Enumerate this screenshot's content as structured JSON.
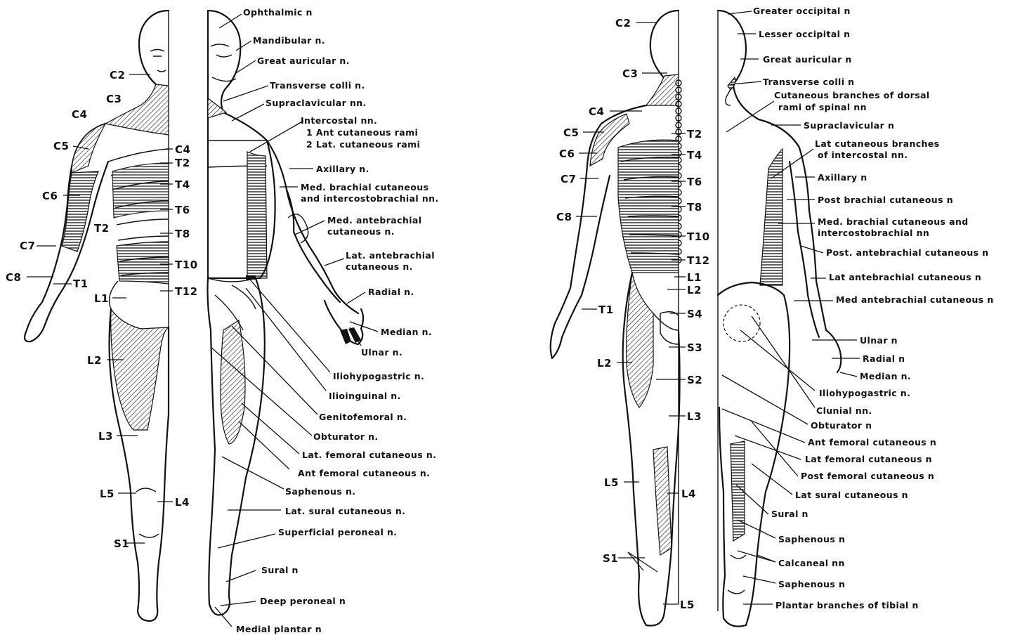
{
  "figure_1": {
    "dermatomes": [
      "C2",
      "C3",
      "C4",
      "C5",
      "C6",
      "C7",
      "C8",
      "T1",
      "T2",
      "C4",
      "T2",
      "T4",
      "T6",
      "T8",
      "T10",
      "T12",
      "L1",
      "L2",
      "L3",
      "L5",
      "L4",
      "S1"
    ],
    "nerves": [
      "Ophthalmic n",
      "Mandibular n.",
      "Great auricular n.",
      "Transverse colli n.",
      "Supraclavicular nn.",
      "Intercostal nn.",
      "1 Ant cutaneous rami",
      "2 Lat. cutaneous rami",
      "Axillary n.",
      "Med. brachial cutaneous",
      "and intercostobrachial nn.",
      "Med. antebrachial",
      "cutaneous n.",
      "Lat. antebrachial",
      "cutaneous n.",
      "Radial n.",
      "Median n.",
      "Ulnar n.",
      "Iliohypogastric n.",
      "Ilioinguinal n.",
      "Genitofemoral n.",
      "Obturator n.",
      "Lat. femoral cutaneous n.",
      "Ant femoral cutaneous n.",
      "Saphenous n.",
      "Lat. sural cutaneous n.",
      "Superficial peroneal n.",
      "Sural n",
      "Deep peroneal n",
      "Medial plantar n"
    ]
  },
  "figure_2": {
    "dermatomes": [
      "C2",
      "C3",
      "C4",
      "C5",
      "C6",
      "C7",
      "C8",
      "T1",
      "T2",
      "T4",
      "T6",
      "T8",
      "T10",
      "T12",
      "L1",
      "L2",
      "S4",
      "S3",
      "S2",
      "L2",
      "L3",
      "L5",
      "L4",
      "S1",
      "L5"
    ],
    "nerves": [
      "Greater occipital n",
      "Lesser occipital n",
      "Great auricular n",
      "Transverse colli n",
      "Cutaneous branches of dorsal",
      "rami of spinal nn",
      "Supraclavicular n",
      "Lat cutaneous branches",
      "of intercostal nn.",
      "Axillary n",
      "Post brachial cutaneous n",
      "Med. brachial cutaneous and",
      "intercostobrachial nn",
      "Post. antebrachial cutaneous n",
      "Lat antebrachial cutaneous n",
      "Med antebrachial cutaneous n",
      "Ulnar n",
      "Radial n",
      "Median n.",
      "Iliohypogastric n.",
      "Clunial nn.",
      "Obturator n",
      "Ant femoral cutaneous n",
      "Lat femoral cutaneous n",
      "Post femoral cutaneous n",
      "Lat sural cutaneous n",
      "Sural n",
      "Saphenous n",
      "Calcaneal nn",
      "Saphenous n",
      "Plantar branches of tibial n"
    ]
  }
}
